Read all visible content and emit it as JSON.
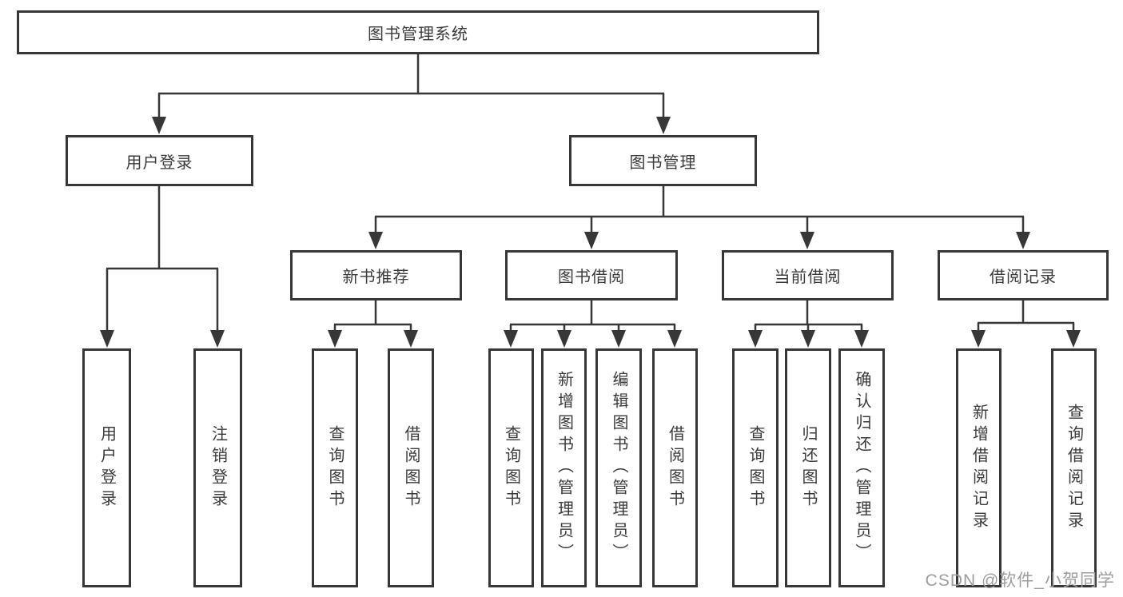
{
  "colors": {
    "line": "#373737",
    "box_border": "#373737",
    "text": "#3a3a3a",
    "background": "#ffffff",
    "watermark_gray": "#9d9d9d"
  },
  "watermark": {
    "text": "CSDN @软件_小贺同学"
  },
  "tree": {
    "root": {
      "label": "图书管理系统"
    },
    "level2": [
      {
        "label": "用户登录"
      },
      {
        "label": "图书管理"
      }
    ],
    "level3": [
      {
        "label": "新书推荐",
        "parent": "图书管理"
      },
      {
        "label": "图书借阅",
        "parent": "图书管理"
      },
      {
        "label": "当前借阅",
        "parent": "图书管理"
      },
      {
        "label": "借阅记录",
        "parent": "图书管理"
      }
    ],
    "leaves": [
      {
        "label": "用户登录",
        "parent": "用户登录"
      },
      {
        "label": "注销登录",
        "parent": "用户登录"
      },
      {
        "label": "查询图书",
        "parent": "新书推荐"
      },
      {
        "label": "借阅图书",
        "parent": "新书推荐"
      },
      {
        "label": "查询图书",
        "parent": "图书借阅"
      },
      {
        "label": "新增图书（管理员）",
        "parent": "图书借阅"
      },
      {
        "label": "编辑图书（管理员）",
        "parent": "图书借阅"
      },
      {
        "label": "借阅图书",
        "parent": "图书借阅"
      },
      {
        "label": "查询图书",
        "parent": "当前借阅"
      },
      {
        "label": "归还图书",
        "parent": "当前借阅"
      },
      {
        "label": "确认归还（管理员）",
        "parent": "当前借阅"
      },
      {
        "label": "新增借阅记录",
        "parent": "借阅记录"
      },
      {
        "label": "查询借阅记录",
        "parent": "借阅记录"
      }
    ]
  }
}
